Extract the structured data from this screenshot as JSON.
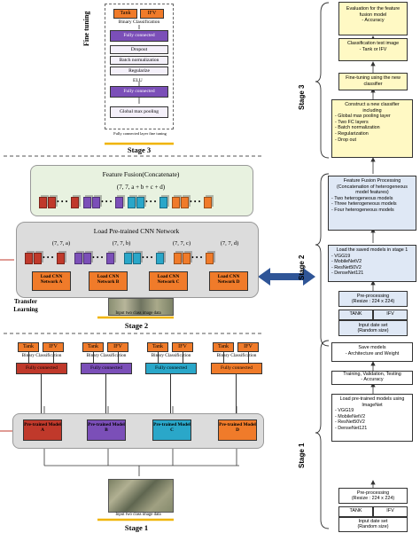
{
  "left": {
    "stage3": {
      "side_label": "Fine tuning",
      "out_tank": "Tank",
      "out_ifv": "IFV",
      "binary_classification": "Binary Classification",
      "layers": [
        "Fully connected",
        "Dropout",
        "Batch normalization",
        "Regularize",
        "ELU",
        "Fully connected",
        "Global max pooling"
      ],
      "caption": "Fully connected layer fine tuning",
      "title": "Stage 3"
    },
    "stage2": {
      "fusion_title": "Feature Fusion(Concatenate)",
      "fusion_shape": "(7, 7, a + b + c + d)",
      "load_title": "Load Pre-trained CNN Network",
      "shapes": [
        "(7, 7, a)",
        "(7, 7, b)",
        "(7, 7, c)",
        "(7, 7, d)"
      ],
      "networks": [
        "Load CNN Network A",
        "Load CNN Network B",
        "Load CNN Network C",
        "Load CNN Network D"
      ],
      "input_caption": "Input two class image data",
      "title": "Stage 2"
    },
    "transfer": "Transfer Learning",
    "stage1": {
      "outputs": [
        {
          "tank": "Tank",
          "ifv": "IFV",
          "label": "Binary Classification",
          "fc": "Fully connected"
        },
        {
          "tank": "Tank",
          "ifv": "IFV",
          "label": "Binary Classification",
          "fc": "Fully connected"
        },
        {
          "tank": "Tank",
          "ifv": "IFV",
          "label": "Binary Classification",
          "fc": "Fully connected"
        },
        {
          "tank": "Tank",
          "ifv": "IFV",
          "label": "Binary Classification",
          "fc": "Fully connected"
        }
      ],
      "models": [
        "Pre-trained Model A",
        "Pre-trained Model B",
        "Pre-trained Model C",
        "Pre-trained Model D"
      ],
      "input_caption": "Input two class image data",
      "title": "Stage 1"
    }
  },
  "right": {
    "stage3_label": "Stage 3",
    "stage2_label": "Stage 2",
    "stage1_label": "Stage 1",
    "s3_boxes": [
      "Evaluation for the feature fusion model\n- Accuracy",
      "Classification test image\n- Tank or IFV",
      "Fine-tuning using the new classifier"
    ],
    "s3_construct_title": "Construct a new classifier including",
    "s3_construct_items": [
      "- Global max pooling layer",
      "- Two FC layers",
      "- Batch normalization",
      "- Regularization",
      "- Drop out"
    ],
    "s2_fusion_title": "Feature Fusion Processing (Concatenation of heterogeneous model features)",
    "s2_fusion_items": [
      "- Two heterogeneous models",
      "- Three heterogeneous models",
      "- Four heterogeneous models"
    ],
    "s2_load_title": "Load the saved models in stage 1",
    "s2_load_items": [
      "- VGG19",
      "- MobileNetV2",
      "- ResNet50V2",
      "- DenseNet121"
    ],
    "s2_pre_title": "Pre-processing",
    "s2_pre_resize": "(Resize : 224 x 224)",
    "s2_tank": "TANK",
    "s2_ifv": "IFV",
    "s2_input": "Input date set",
    "s2_random": "(Random size)",
    "s1_save_title": "Save models",
    "s1_save_item": "- Architecture and Weight",
    "s1_train_title": "Training, Validation, Testing",
    "s1_train_item": "- Accuracy",
    "s1_load_title": "Load pre-trained models using ImageNet",
    "s1_load_items": [
      "- VGG19",
      "- MobileNetV2",
      "- ResNet50V2",
      "- DenseNet121"
    ],
    "s1_pre_title": "Pre-processing",
    "s1_pre_resize": "(Resize : 224 x 224)",
    "s1_tank": "TANK",
    "s1_ifv": "IFV",
    "s1_input": "Input date set",
    "s1_random": "(Random size)"
  },
  "colors": {
    "red": "#c0392b",
    "purple": "#7b4fb8",
    "teal": "#2aa7c9",
    "orange": "#f07b2a",
    "fusion_bg": "#e8f2e0",
    "load_bg": "#dcdcdc",
    "yellow_box": "#fff9c4",
    "blue_box": "#dfe8f5",
    "arrow_blue": "#2f5597",
    "stage_line": "#f0b400"
  }
}
